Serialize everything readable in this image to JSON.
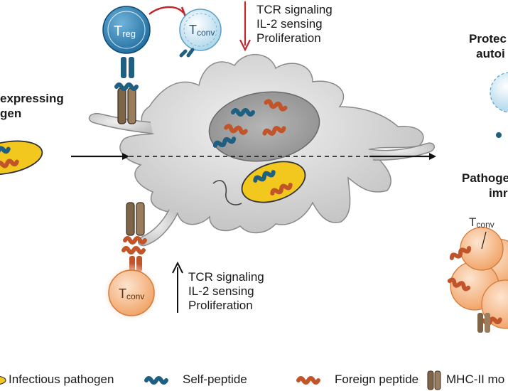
{
  "left_panel": {
    "line1": "expressing",
    "line2": "gen"
  },
  "top_annotation": {
    "line1": "TCR signaling",
    "line2": "IL-2 sensing",
    "line3": "Proliferation"
  },
  "bottom_annotation": {
    "line1": "TCR signaling",
    "line2": "IL-2 sensing",
    "line3": "Proliferation"
  },
  "right_top": {
    "line1": "Protec",
    "line2": "autoi"
  },
  "right_mid": {
    "line1": "Pathoge",
    "line2": "imr"
  },
  "cells": {
    "treg": {
      "main": "T",
      "sub": "reg"
    },
    "tconv_top": {
      "main": "T",
      "sub": "conv"
    },
    "tconv_bottom": {
      "main": "T",
      "sub": "conv"
    },
    "tconv_right": {
      "main": "T",
      "sub": "conv"
    }
  },
  "legend": {
    "pathogen": "Infectious pathogen",
    "self_peptide": "Self-peptide",
    "foreign_peptide": "Foreign peptide",
    "mhc": "MHC-II mo"
  },
  "colors": {
    "self_peptide": "#1f5f82",
    "foreign_peptide": "#c2542a",
    "pathogen": "#f3c81e",
    "mhc": "#7f6548",
    "treg_cell": "#2e7fb0",
    "tconv_resting": "#bfe0f0",
    "tconv_active": "#f6b889",
    "arrow_red": "#c0282d",
    "dendritic_cell": "#d7d7d7"
  }
}
